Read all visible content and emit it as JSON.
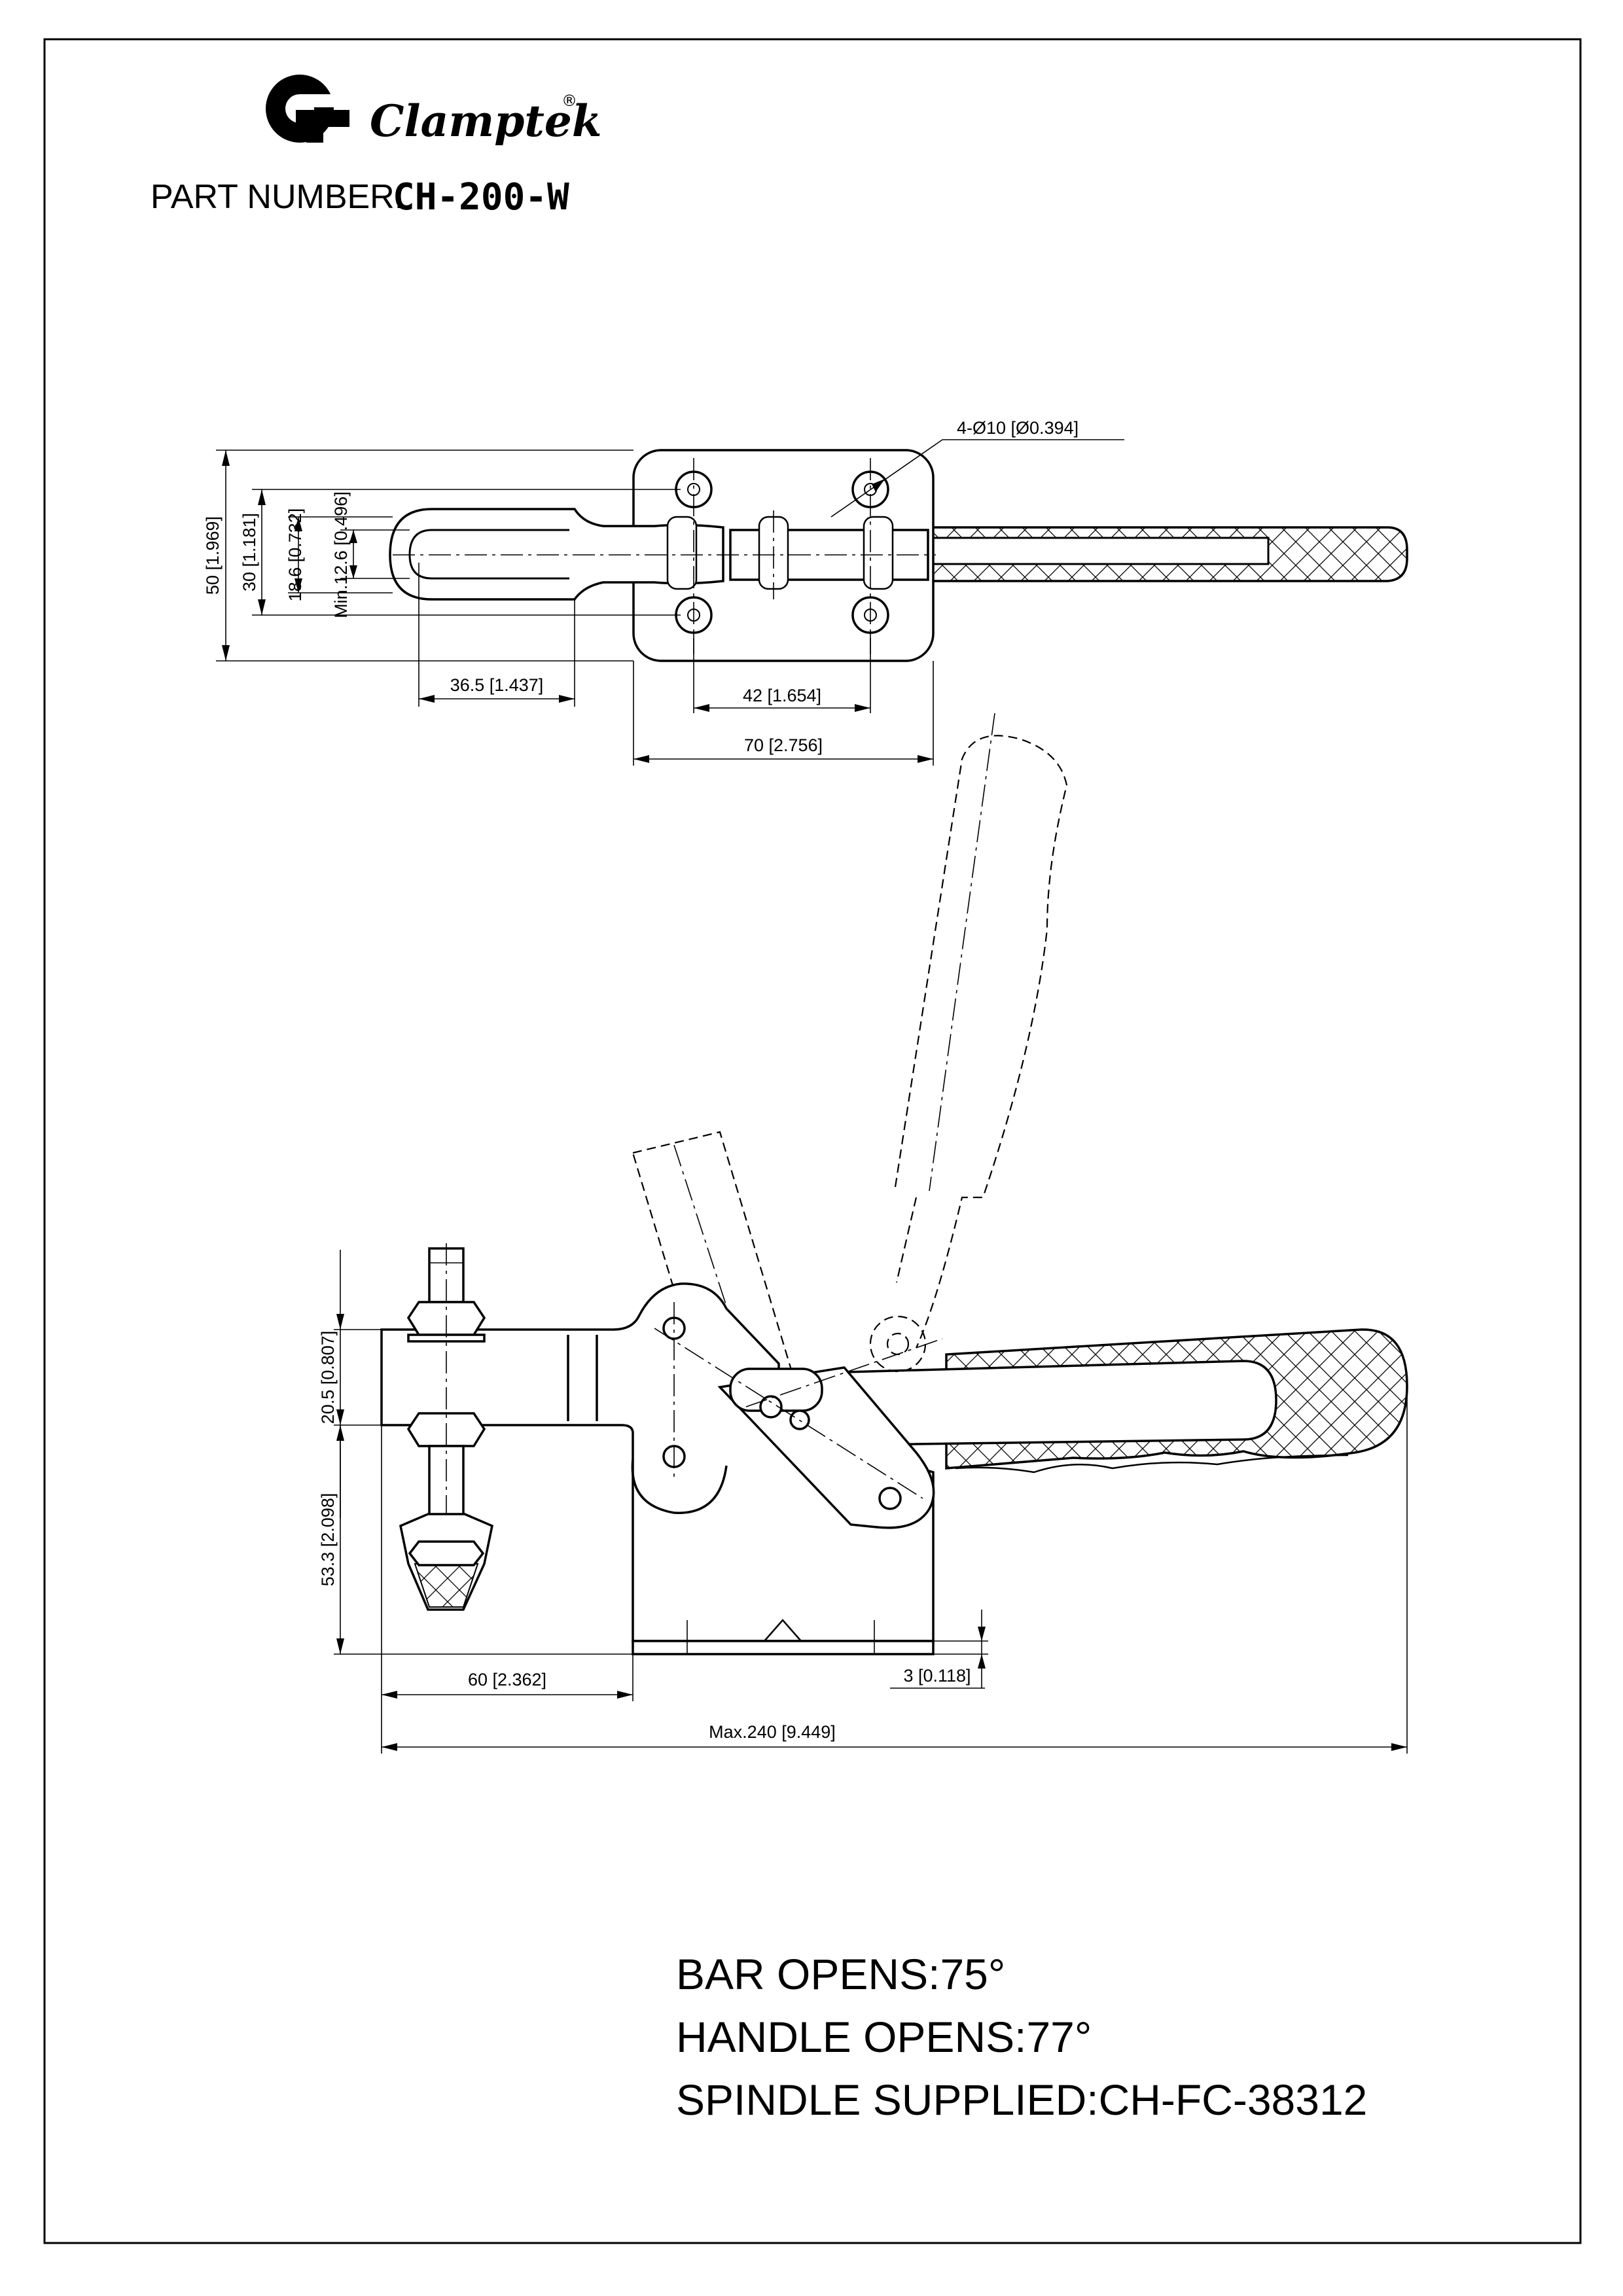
{
  "brand": {
    "name": "Clamptek",
    "registered": "®"
  },
  "part": {
    "label": "PART NUMBER:",
    "value": "CH-200-W"
  },
  "top_view": {
    "hole_spec": "4-Ø10 [Ø0.394]",
    "dims": {
      "height_total": "50 [1.969]",
      "height_holes": "30 [1.181]",
      "height_bar": "18.6 [0.732]",
      "slot": "Min.12.6 [0.496]",
      "slot_length": "36.5 [1.437]",
      "hole_spacing": "42 [1.654]",
      "base_width": "70 [2.756]"
    }
  },
  "side_view": {
    "dims": {
      "arm_thickness": "20.5 [0.807]",
      "height": "53.3 [2.098]",
      "reach": "60 [2.362]",
      "base_offset": "3 [0.118]",
      "overall": "Max.240 [9.449]"
    }
  },
  "notes": {
    "bar_opens": "BAR OPENS:75°",
    "handle_opens": "HANDLE OPENS:77°",
    "spindle": "SPINDLE SUPPLIED:CH-FC-38312"
  }
}
